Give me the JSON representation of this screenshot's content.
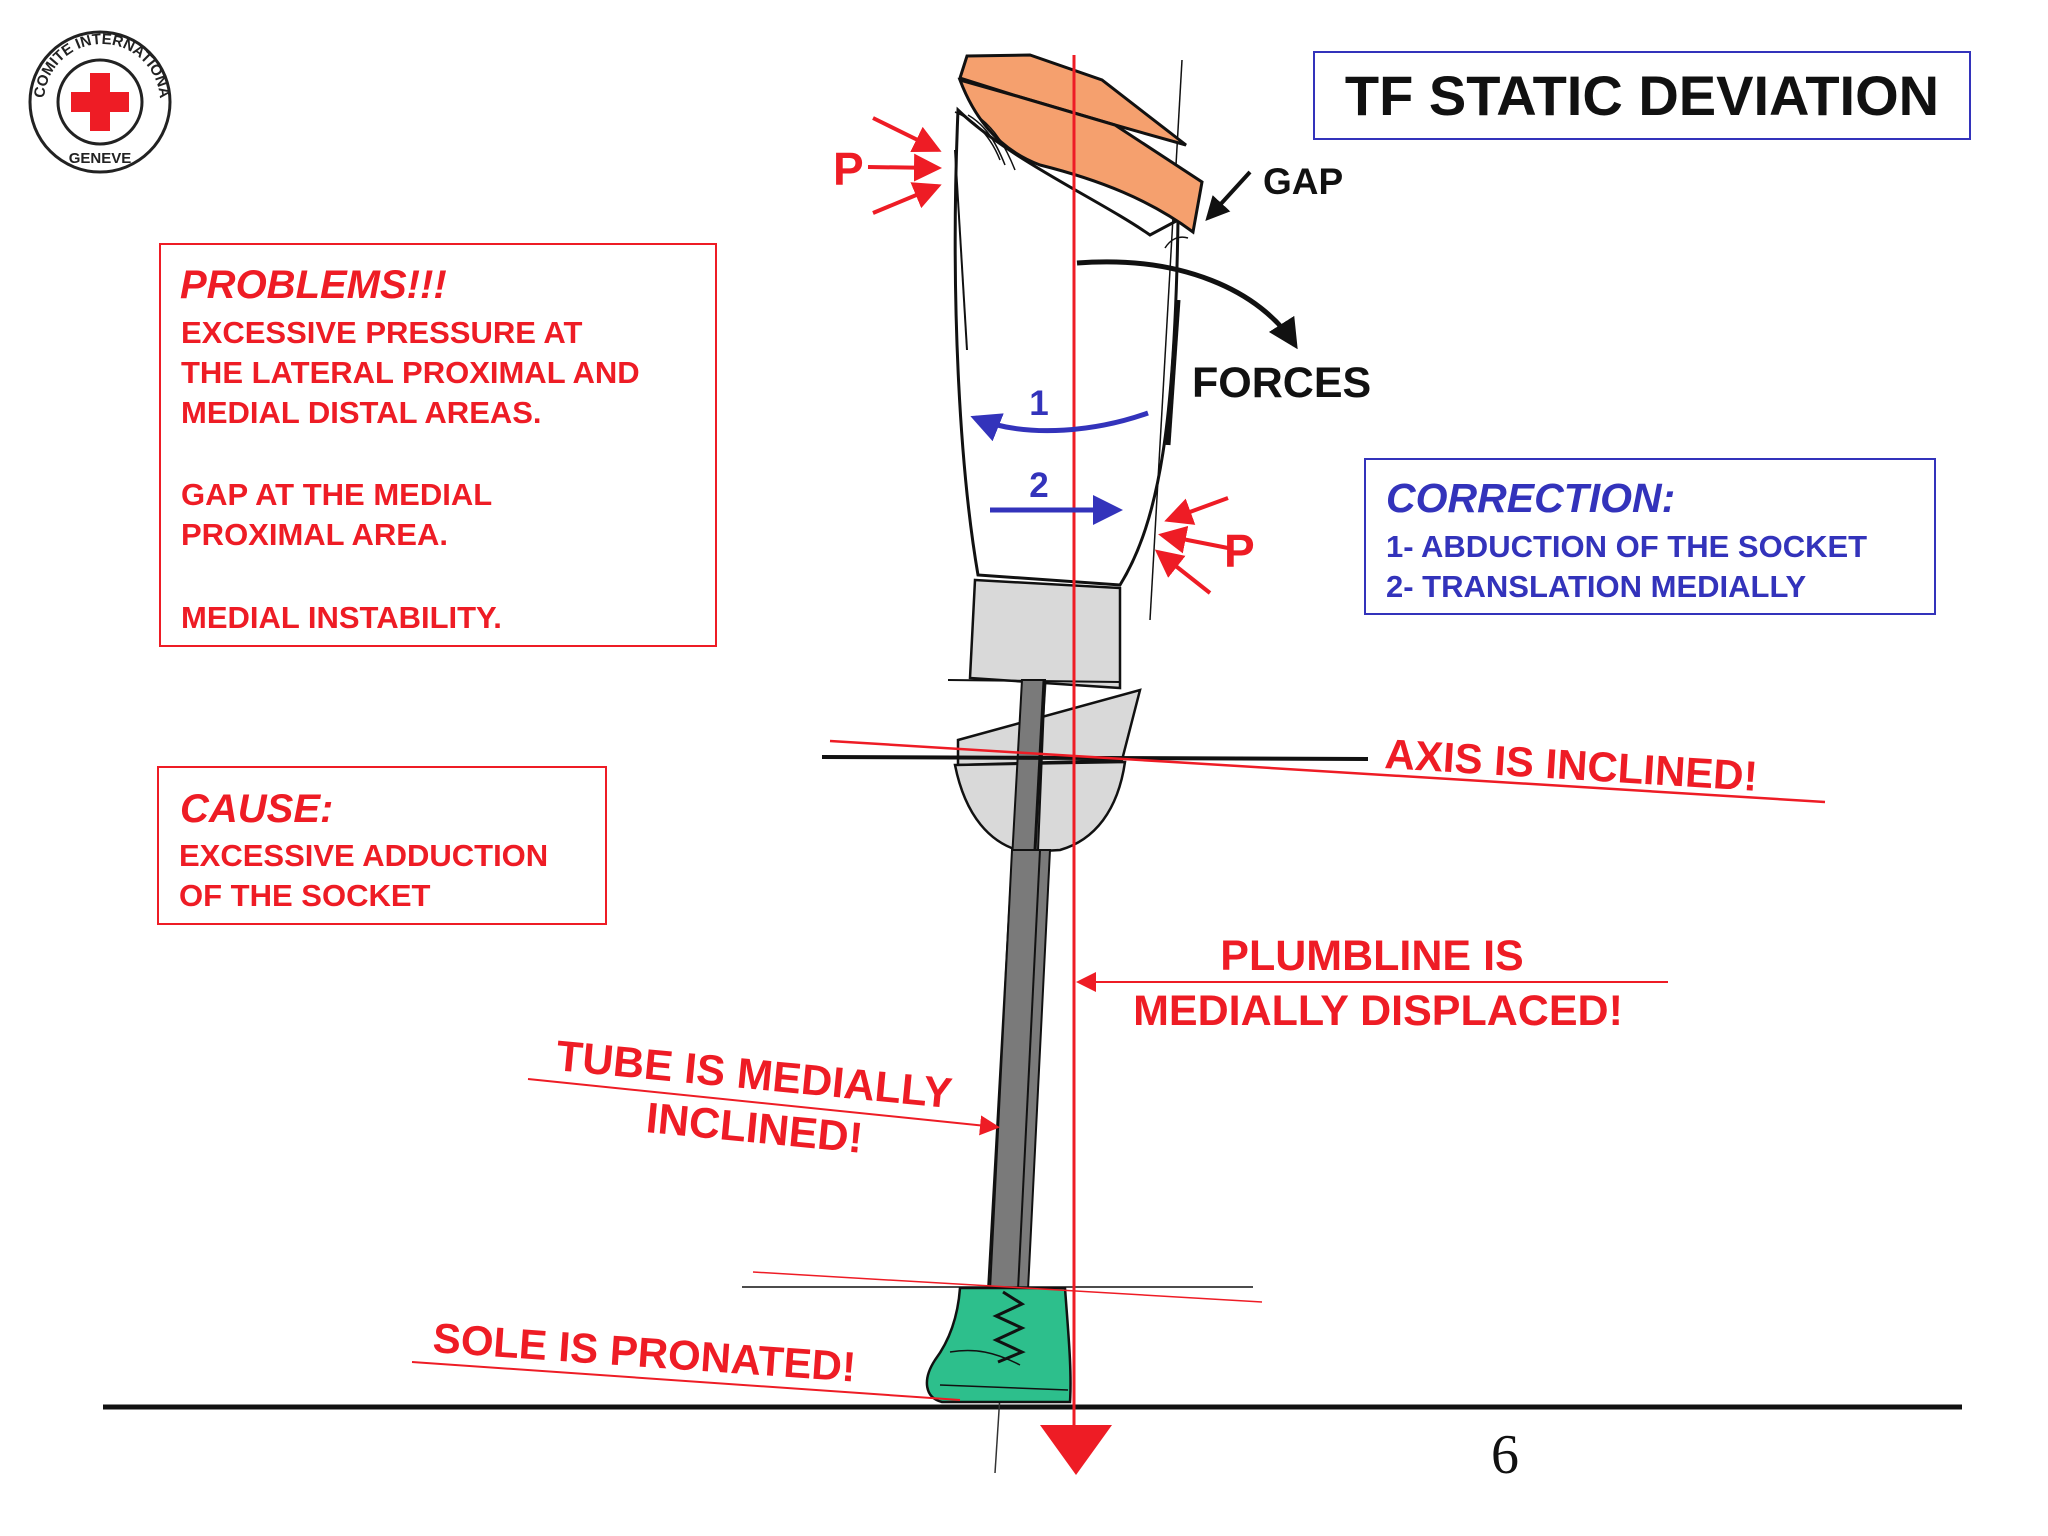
{
  "title": "TF STATIC DEVIATION",
  "logo": {
    "arc_text": "COMITE INTERNATIONAL",
    "bottom_text": "GENEVE"
  },
  "problems": {
    "heading": "PROBLEMS!!!",
    "lines": [
      "EXCESSIVE PRESSURE AT",
      "THE LATERAL PROXIMAL AND",
      "MEDIAL DISTAL AREAS.",
      "GAP AT THE MEDIAL",
      "PROXIMAL AREA.",
      "MEDIAL INSTABILITY."
    ]
  },
  "cause": {
    "heading": "CAUSE:",
    "lines": [
      "EXCESSIVE ADDUCTION",
      "OF THE SOCKET"
    ]
  },
  "correction": {
    "heading": "CORRECTION:",
    "lines": [
      "1- ABDUCTION OF THE SOCKET",
      "2- TRANSLATION  MEDIALLY"
    ]
  },
  "labels": {
    "p_top": "P",
    "p_bottom": "P",
    "gap": "GAP",
    "forces": "FORCES",
    "arrow_1": "1",
    "arrow_2": "2",
    "axis": "AXIS IS INCLINED!",
    "plumbline_1": "PLUMBLINE IS",
    "plumbline_2": "MEDIALLY DISPLACED!",
    "tube_1": "TUBE IS MEDIALLY",
    "tube_2": "INCLINED!",
    "sole": "SOLE IS PRONATED!",
    "page_number": "6"
  },
  "colors": {
    "red": "#ee1c25",
    "blue": "#3333bb",
    "orange": "#f5a06e",
    "foot_green": "#2dbf8c",
    "pylon_gray": "#7a7a7a",
    "component_gray": "#d9d9d9"
  }
}
